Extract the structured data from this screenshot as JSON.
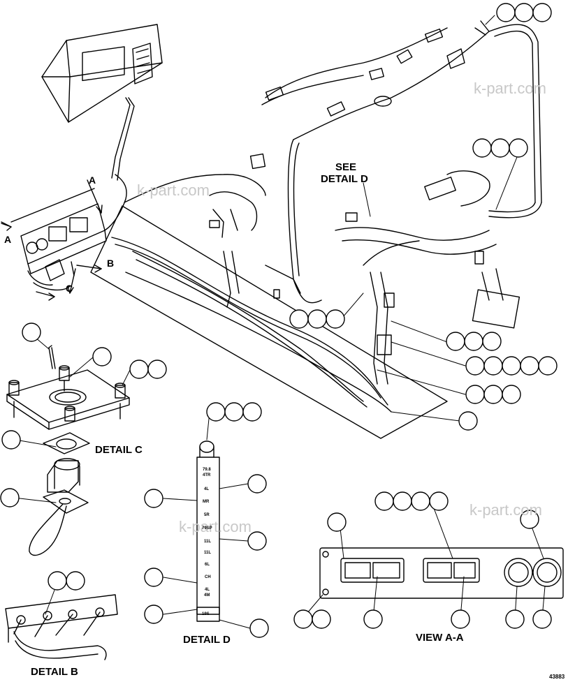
{
  "watermarks": [
    "k-part.com",
    "k-part.com",
    "k-part.com",
    "k-part.com"
  ],
  "labels": {
    "see_detail_d_line1": "SEE",
    "see_detail_d_line2": "DETAIL D",
    "detail_b": "DETAIL B",
    "detail_c": "DETAIL C",
    "detail_d": "DETAIL D",
    "view_a_a": "VIEW A-A",
    "arrow_a_top": "A",
    "arrow_a_left": "A",
    "arrow_b": "B",
    "arrow_c": "C"
  },
  "figure_number": "43883",
  "detail_d_strip_labels": [
    "79.8",
    "4TR",
    "4L",
    "MR",
    "5R",
    "79SP",
    "11L",
    "11L",
    "6L",
    "CH",
    "4L",
    "4M",
    "19S"
  ],
  "colors": {
    "line": "#000000",
    "background": "#ffffff",
    "watermark": "#c8c8c8"
  }
}
